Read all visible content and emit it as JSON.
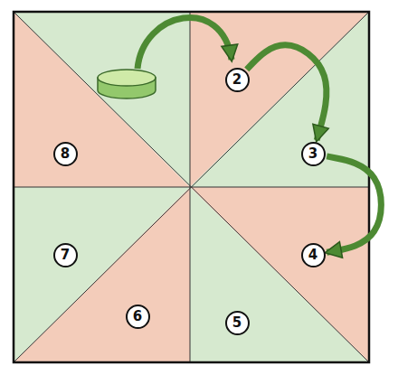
{
  "diagram": {
    "nodes": [
      {
        "text": [
          "2"
        ]
      },
      {
        "text": [
          "3"
        ]
      },
      {
        "text": [
          "4"
        ]
      },
      {
        "text": [
          "5"
        ]
      },
      {
        "text": [
          "6"
        ]
      },
      {
        "text": [
          "7"
        ]
      },
      {
        "text": [
          "8"
        ]
      }
    ],
    "edges": [
      {
        "from": 0,
        "to": 1,
        "arrow": "to"
      },
      {
        "from": 1,
        "to": 2,
        "arrow": "to"
      }
    ]
  }
}
